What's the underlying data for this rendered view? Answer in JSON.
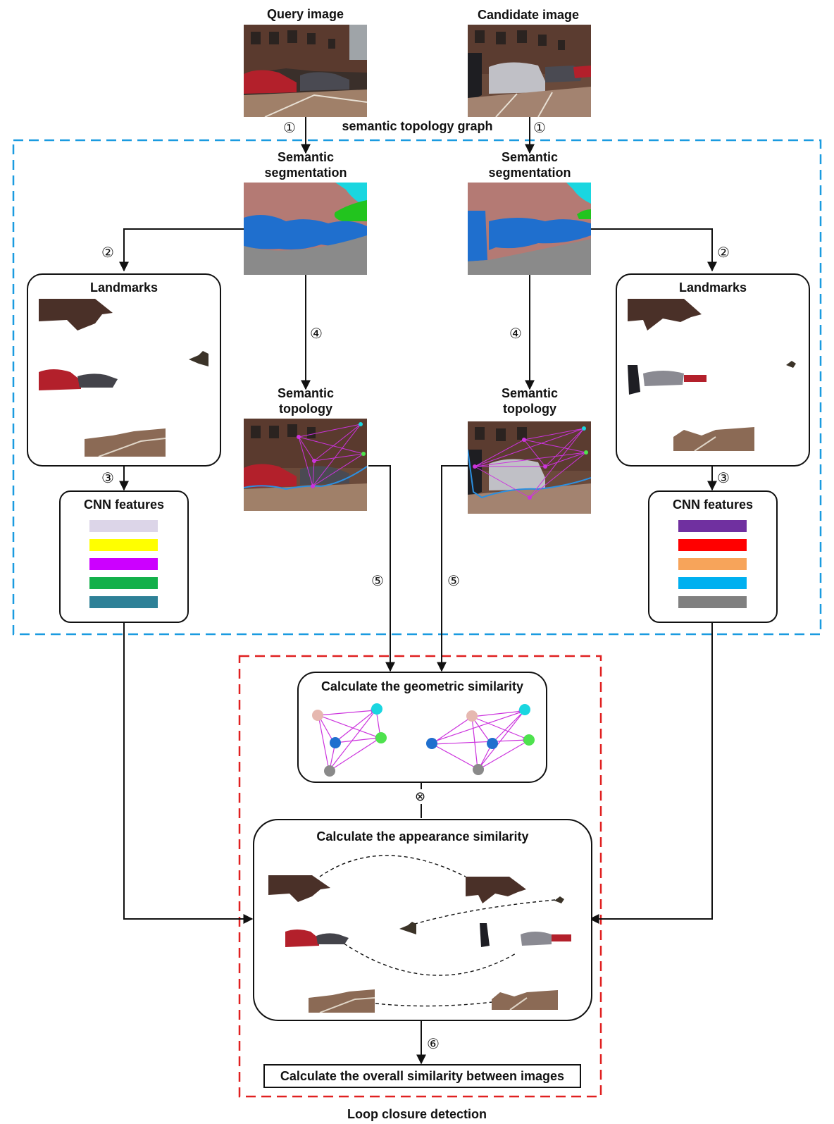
{
  "labels": {
    "query_image": "Query image",
    "candidate_image": "Candidate image",
    "semantic_topology_graph": "semantic topology graph",
    "semantic_segmentation": "Semantic\nsegmentation",
    "landmarks": "Landmarks",
    "semantic_topology": "Semantic\ntopology",
    "cnn_features": "CNN features",
    "geometric_similarity": "Calculate the geometric similarity",
    "appearance_similarity": "Calculate the appearance similarity",
    "overall_similarity": "Calculate the overall similarity between images",
    "loop_closure_detection": "Loop closure detection"
  },
  "step_markers": {
    "one": "①",
    "two": "②",
    "three": "③",
    "four": "④",
    "five": "⑤",
    "six": "⑥",
    "multiply": "⊗"
  },
  "colors": {
    "blue_dashed_frame": "#1a9be0",
    "red_dashed_frame": "#e02020",
    "edge_color": "#cc33dd",
    "seg_building": "#b47a74",
    "seg_car": "#1f6fce",
    "seg_road": "#8a8a8a",
    "seg_sky": "#1ad6e0",
    "seg_vegetation": "#22c41e"
  },
  "cnn_features_query": [
    "#dcd5e8",
    "#ffff00",
    "#cc00ff",
    "#13b04a",
    "#2e8197"
  ],
  "cnn_features_candidate": [
    "#7030a0",
    "#ff0000",
    "#f7a45a",
    "#00b0f0",
    "#808080"
  ],
  "graph_nodes": {
    "left": [
      "#e6b8b0",
      "#1ad6e0",
      "#1f6fce",
      "#4ee24e",
      "#8a8a8a"
    ],
    "right": [
      "#e6b8b0",
      "#1ad6e0",
      "#1f6fce",
      "#1f6fce",
      "#4ee24e",
      "#8a8a8a"
    ]
  }
}
